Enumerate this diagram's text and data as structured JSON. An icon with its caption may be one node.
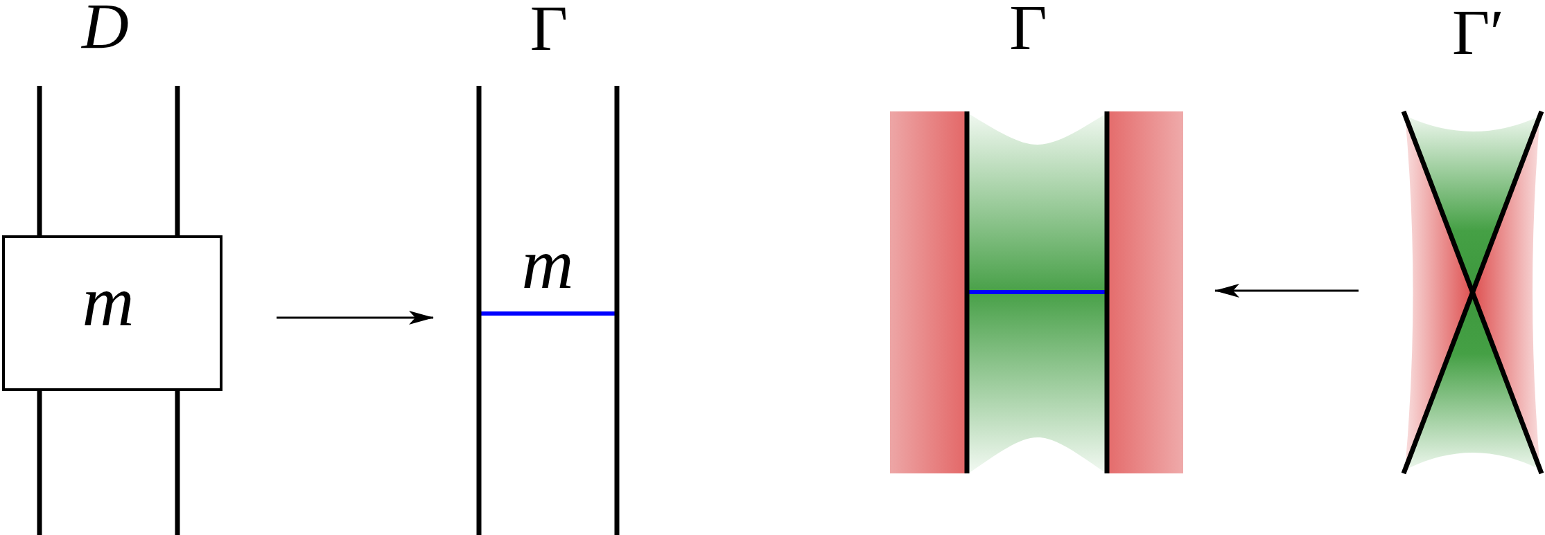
{
  "diagram": {
    "nodes": [
      {
        "text": [
          "D"
        ]
      },
      {
        "text": [
          "m"
        ],
        "in": 0
      },
      {
        "text": [
          "Γ"
        ]
      },
      {
        "text": [
          "Γ"
        ]
      },
      {
        "text": [
          "Γ′"
        ]
      }
    ],
    "edges": [
      {
        "from": 0,
        "to": 2,
        "arrow": "to"
      },
      {
        "from": 4,
        "to": 3,
        "arrow": "to"
      }
    ],
    "labels": [
      "m"
    ]
  }
}
